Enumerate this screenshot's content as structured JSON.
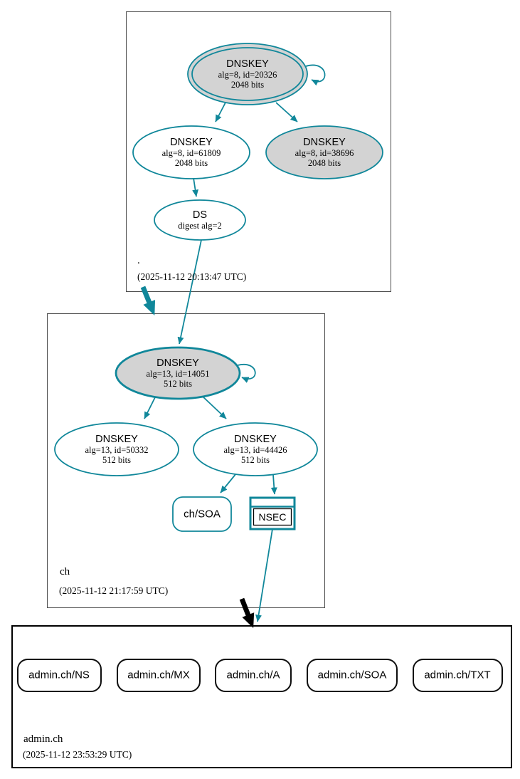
{
  "colors": {
    "secure_teal": "#10879a",
    "node_fill_gray": "#d3d3d3",
    "warning_black": "#000000"
  },
  "zones": [
    {
      "label": ".",
      "timestamp": "(2025-11-12 20:13:47 UTC)",
      "nodes": {
        "ksk20326": {
          "title": "DNSKEY",
          "detail": "alg=8, id=20326",
          "bits": "2048 bits"
        },
        "zsk61809": {
          "title": "DNSKEY",
          "detail": "alg=8, id=61809",
          "bits": "2048 bits"
        },
        "key38696": {
          "title": "DNSKEY",
          "detail": "alg=8, id=38696",
          "bits": "2048 bits"
        },
        "ds": {
          "title": "DS",
          "detail": "digest alg=2"
        }
      }
    },
    {
      "label": "ch",
      "timestamp": "(2025-11-12 21:17:59 UTC)",
      "nodes": {
        "ksk14051": {
          "title": "DNSKEY",
          "detail": "alg=13, id=14051",
          "bits": "512 bits"
        },
        "zsk50332": {
          "title": "DNSKEY",
          "detail": "alg=13, id=50332",
          "bits": "512 bits"
        },
        "zsk44426": {
          "title": "DNSKEY",
          "detail": "alg=13, id=44426",
          "bits": "512 bits"
        },
        "soa": {
          "label": "ch/SOA"
        },
        "nsec": {
          "label": "NSEC"
        }
      }
    },
    {
      "label": "admin.ch",
      "timestamp": "(2025-11-12 23:53:29 UTC)",
      "rrsets": [
        {
          "label": "admin.ch/NS"
        },
        {
          "label": "admin.ch/MX"
        },
        {
          "label": "admin.ch/A"
        },
        {
          "label": "admin.ch/SOA"
        },
        {
          "label": "admin.ch/TXT"
        }
      ]
    }
  ]
}
